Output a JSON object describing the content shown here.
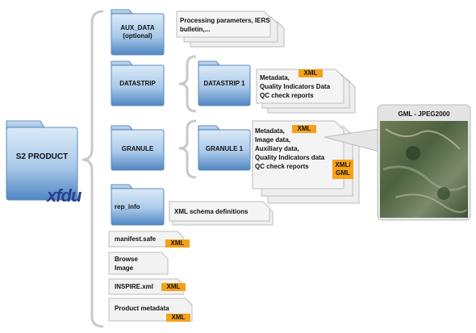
{
  "colors": {
    "folder_light": "#bcd7ef",
    "folder_dark": "#5b8ec4",
    "doc_fill": "#f2f2f2",
    "tag_orange": "#f5a119",
    "line_gray": "#c8c8c8"
  },
  "root": {
    "label": "S2 PRODUCT",
    "logo_text": "xfdu"
  },
  "folders": {
    "aux_data": {
      "line1": "AUX_DATA",
      "line2": "(optional)"
    },
    "datastrip": "DATASTRIP",
    "datastrip1": "DATASTRIP 1",
    "granule": "GRANULE",
    "granule1": "GRANULE 1",
    "rep_info": "rep_info"
  },
  "docs": {
    "aux_doc": [
      "Processing parameters, IERS",
      "bulletin,..."
    ],
    "datastrip_doc": [
      "Metadata,",
      "Quality Indicators Data",
      "QC check reports"
    ],
    "granule_doc": [
      "Metadata,",
      "Image data,",
      "Auxiliary data,",
      "Quality Indicators data",
      "QC check reports"
    ],
    "rep_doc": "XML schema definitions",
    "manifest": "manifest.safe",
    "browse": [
      "Browse",
      "Image"
    ],
    "inspire": "INSPIRE.xml",
    "product_metadata": "Product metadata"
  },
  "tags": {
    "xml": "XML",
    "xml_gml": [
      "XML/",
      "GML"
    ]
  },
  "callout": {
    "title": "GML - JPEG2000"
  },
  "icons": [
    "folder-icon",
    "document-icon",
    "satellite-image"
  ]
}
